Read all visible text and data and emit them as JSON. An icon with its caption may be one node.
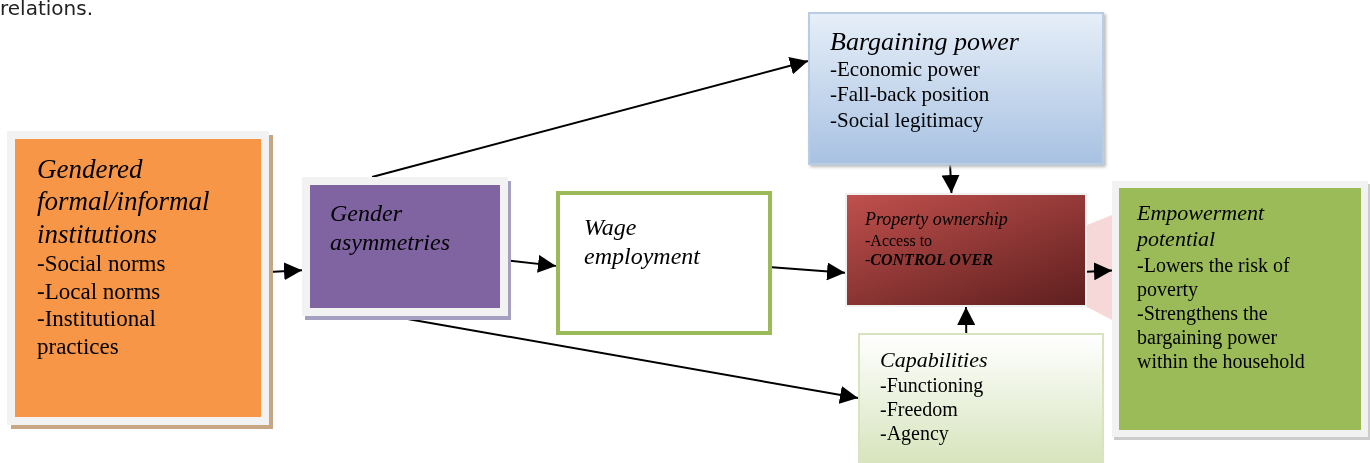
{
  "diagram": {
    "nodes": [
      {
        "text": [
          "Gendered formal/informal institutions",
          "-Social norms",
          "-Local norms",
          "-Institutional practices"
        ]
      },
      {
        "text": [
          "Gender asymmetries"
        ]
      },
      {
        "text": [
          "Wage employment"
        ]
      },
      {
        "text": [
          "Bargaining power",
          "-Economic power",
          "-Fall-back position",
          "-Social legitimacy"
        ]
      },
      {
        "text": [
          "Property ownership",
          "-Access to",
          "-**CONTROL OVER**"
        ]
      },
      {
        "text": [
          "Capabilities",
          "-Functioning",
          "-Freedom",
          "-Agency"
        ]
      },
      {
        "text": [
          "Empowerment potential",
          "-Lowers the risk of poverty",
          "-Strengthens the bargaining power within the household"
        ]
      }
    ],
    "edges": [
      {
        "from": 0,
        "to": 1,
        "arrow": "to"
      },
      {
        "from": 1,
        "to": 3,
        "arrow": "to"
      },
      {
        "from": 1,
        "to": 2,
        "arrow": "to"
      },
      {
        "from": 1,
        "to": 5,
        "arrow": "to"
      },
      {
        "from": 2,
        "to": 4,
        "arrow": "to"
      },
      {
        "from": 3,
        "to": 4,
        "arrow": "to"
      },
      {
        "from": 5,
        "to": 4,
        "arrow": "to"
      },
      {
        "from": 4,
        "to": 6,
        "arrow": "to"
      }
    ],
    "labels": [
      "relations."
    ]
  }
}
